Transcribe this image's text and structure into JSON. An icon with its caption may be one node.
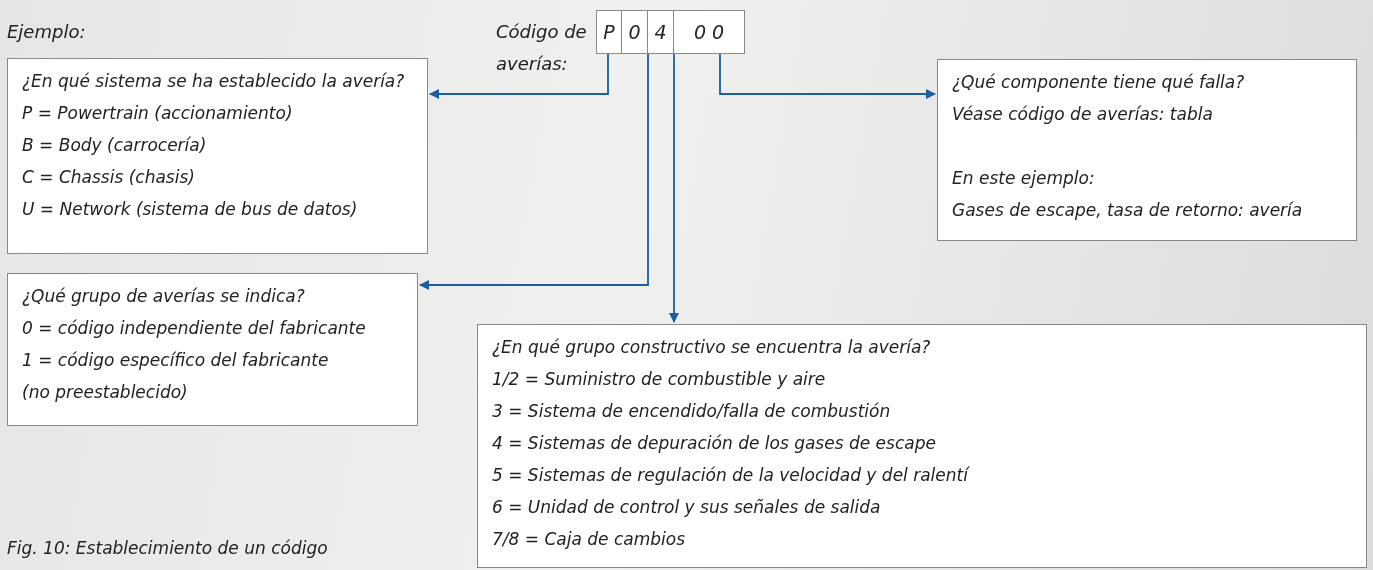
{
  "diagram": {
    "caption": "Fig. 10: Establecimiento de un código",
    "nodes": [
      {
        "text": [
          "P"
        ]
      },
      {
        "text": [
          "0"
        ]
      },
      {
        "text": [
          "4"
        ]
      },
      {
        "text": [
          "0 0"
        ]
      },
      {
        "text": [
          "¿En qué sistema se ha establecido la avería?",
          "P = Powertrain (accionamiento)",
          "B = Body (carrocería)",
          "C = Chassis (chasis)",
          "U = Network (sistema de bus de datos)"
        ]
      },
      {
        "text": [
          "¿Qué grupo de averías se indica?",
          "0 = código independiente del fabricante",
          "1 = código específico del fabricante",
          "(no preestablecido)"
        ]
      },
      {
        "text": [
          "¿Qué componente tiene qué falla?",
          "Véase código de averías: tabla",
          "En este ejemplo:",
          "Gases de escape, tasa de retorno: avería"
        ]
      },
      {
        "text": [
          "¿En qué grupo constructivo se encuentra la avería?",
          "1/2 = Suministro de combustible y aire",
          "3 = Sistema de encendido/falla de combustión",
          "4 = Sistemas de depuración de los gases de escape",
          "5 = Sistemas de regulación de la velocidad y del ralentí",
          "6 = Unidad de control y sus señales de salida",
          "7/8 = Caja de cambios"
        ]
      }
    ],
    "edges": [
      {
        "from": 0,
        "to": 4,
        "arrow": "to"
      },
      {
        "from": 1,
        "to": 5,
        "arrow": "to"
      },
      {
        "from": 2,
        "to": 7,
        "arrow": "to"
      },
      {
        "from": 3,
        "to": 6,
        "arrow": "to"
      }
    ],
    "labels": [
      "Ejemplo:",
      "Código de averías:"
    ]
  }
}
